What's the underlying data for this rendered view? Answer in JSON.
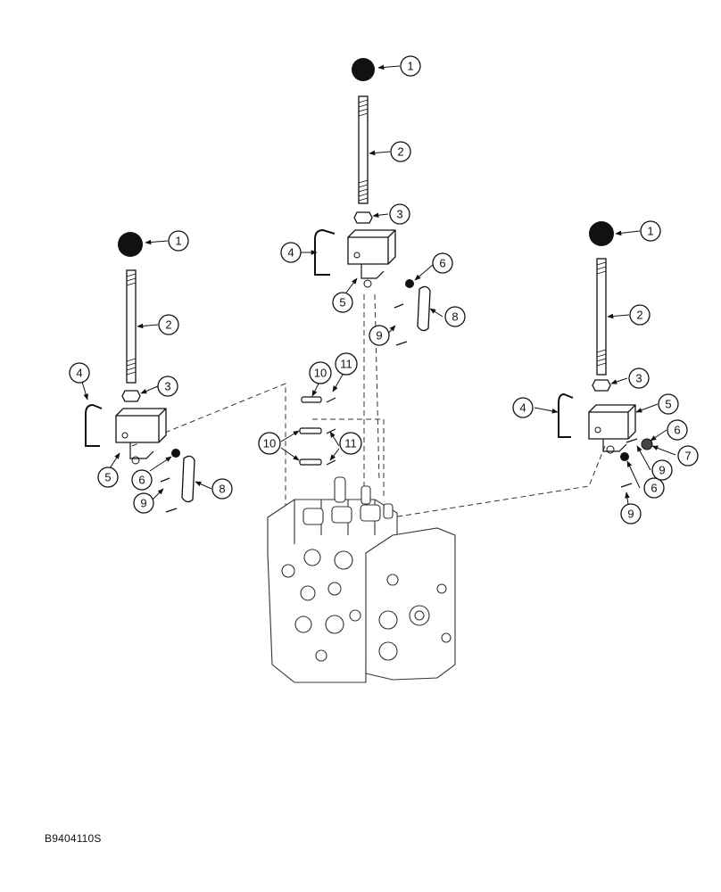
{
  "figure": {
    "reference_code": "B9404110S"
  },
  "callouts": [
    {
      "id": "top-1",
      "label": "1"
    },
    {
      "id": "top-2",
      "label": "2"
    },
    {
      "id": "top-3",
      "label": "3"
    },
    {
      "id": "top-4",
      "label": "4"
    },
    {
      "id": "top-5",
      "label": "5"
    },
    {
      "id": "top-6",
      "label": "6"
    },
    {
      "id": "top-8",
      "label": "8"
    },
    {
      "id": "top-9",
      "label": "9"
    },
    {
      "id": "left-1",
      "label": "1"
    },
    {
      "id": "left-2",
      "label": "2"
    },
    {
      "id": "left-3",
      "label": "3"
    },
    {
      "id": "left-4",
      "label": "4"
    },
    {
      "id": "left-5",
      "label": "5"
    },
    {
      "id": "left-6",
      "label": "6"
    },
    {
      "id": "left-8",
      "label": "8"
    },
    {
      "id": "left-9",
      "label": "9"
    },
    {
      "id": "right-1",
      "label": "1"
    },
    {
      "id": "right-2",
      "label": "2"
    },
    {
      "id": "right-3",
      "label": "3"
    },
    {
      "id": "right-4",
      "label": "4"
    },
    {
      "id": "right-5",
      "label": "5"
    },
    {
      "id": "right-6a",
      "label": "6"
    },
    {
      "id": "right-6b",
      "label": "6"
    },
    {
      "id": "right-7",
      "label": "7"
    },
    {
      "id": "right-9a",
      "label": "9"
    },
    {
      "id": "right-9b",
      "label": "9"
    },
    {
      "id": "valve-10a",
      "label": "10"
    },
    {
      "id": "valve-11a",
      "label": "11"
    },
    {
      "id": "valve-10b",
      "label": "10"
    },
    {
      "id": "valve-11b",
      "label": "11"
    }
  ]
}
